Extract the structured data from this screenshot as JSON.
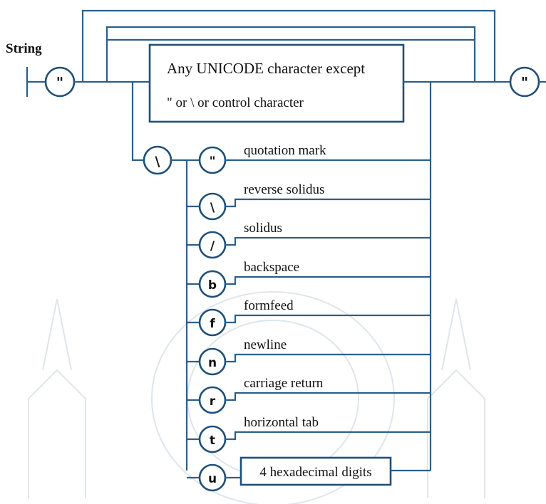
{
  "title": "String",
  "quote_symbol": "\"",
  "backslash_symbol": "\\",
  "any_char_box": {
    "line1": "Any UNICODE character except",
    "line2": "\" or \\ or control character"
  },
  "escapes": [
    {
      "symbol": "\"",
      "label": "quotation mark"
    },
    {
      "symbol": "\\",
      "label": "reverse solidus"
    },
    {
      "symbol": "/",
      "label": "solidus"
    },
    {
      "symbol": "b",
      "label": "backspace"
    },
    {
      "symbol": "f",
      "label": "formfeed"
    },
    {
      "symbol": "n",
      "label": "newline"
    },
    {
      "symbol": "r",
      "label": "carriage return"
    },
    {
      "symbol": "t",
      "label": "horizontal tab"
    },
    {
      "symbol": "u",
      "label": ""
    }
  ],
  "hex_box": "4 hexadecimal digits",
  "colors": {
    "line": "#2b5f8a",
    "border": "#1f4f78",
    "text": "#111111"
  }
}
